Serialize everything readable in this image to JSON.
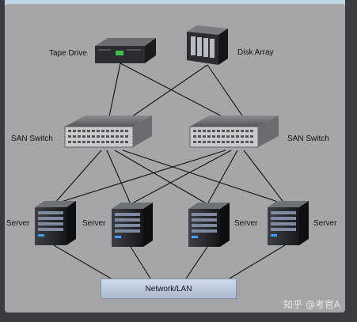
{
  "labels": {
    "tape_drive": "Tape Drive",
    "disk_array": "Disk Array",
    "san_switch_left": "SAN Switch",
    "san_switch_right": "SAN Switch",
    "server_1": "Server",
    "server_2": "Server",
    "server_3": "Server",
    "server_4": "Server",
    "network": "Network/LAN"
  },
  "watermark": "知乎 @考官A",
  "colors": {
    "panel": "#a6a6a8",
    "line": "#111111",
    "network_box": "#bfcde0",
    "frame": "#3a3c41"
  }
}
